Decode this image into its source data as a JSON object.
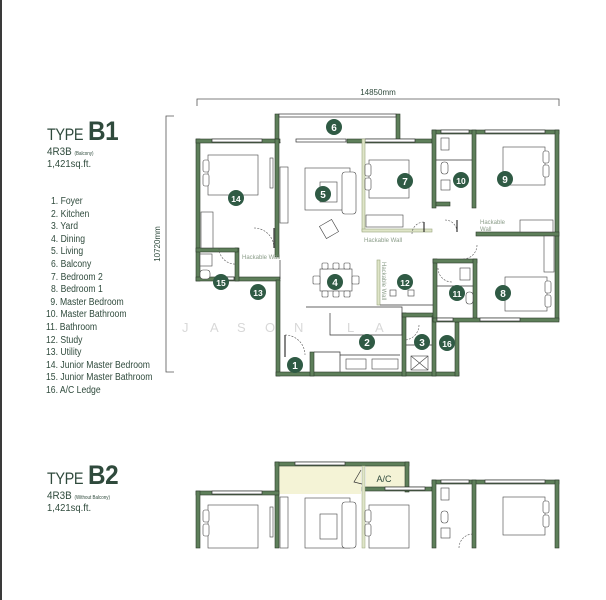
{
  "colors": {
    "wall": "#5e7f5a",
    "wall_stroke": "#2d3d2b",
    "badge": "#2f5a44",
    "text": "#2f4a3c",
    "hackable": "#dfe5c8",
    "balcony_fill": "#f4f3d6"
  },
  "type_b1": {
    "type_word": "TYPE",
    "code": "B1",
    "layout": "4R3B",
    "note": "(Balcony)",
    "area": "1,421sq.ft."
  },
  "legend": [
    "1. Foyer",
    "2. Kitchen",
    "3. Yard",
    "4. Dining",
    "5. Living",
    "6. Balcony",
    "7. Bedroom 2",
    "8. Bedroom 1",
    "9. Master Bedroom",
    "10. Master Bathroom",
    "11. Bathroom",
    "12. Study",
    "13. Utility",
    "14. Junior Master Bedroom",
    "15. Junior Master Bathroom",
    "16. A/C Ledge"
  ],
  "plan_b1": {
    "width_dim": "14850mm",
    "height_dim": "10720mm",
    "hackable_label_1": "Hackable Wall",
    "hackable_label_2": "Hackable Wall",
    "hackable_label_3a": "Hackable",
    "hackable_label_3b": "Wall",
    "hackable_label_4": "Hackable Wall",
    "badges": [
      "1",
      "2",
      "3",
      "4",
      "5",
      "6",
      "7",
      "8",
      "9",
      "10",
      "11",
      "12",
      "13",
      "14",
      "15",
      "16"
    ]
  },
  "watermark": [
    "J",
    "A",
    "S",
    "O",
    "N",
    "L",
    "A"
  ],
  "type_b2": {
    "type_word": "TYPE",
    "code": "B2",
    "layout": "4R3B",
    "note": "(Without Balcony)",
    "area": "1,421sq.ft.",
    "ac_label": "A/C"
  }
}
